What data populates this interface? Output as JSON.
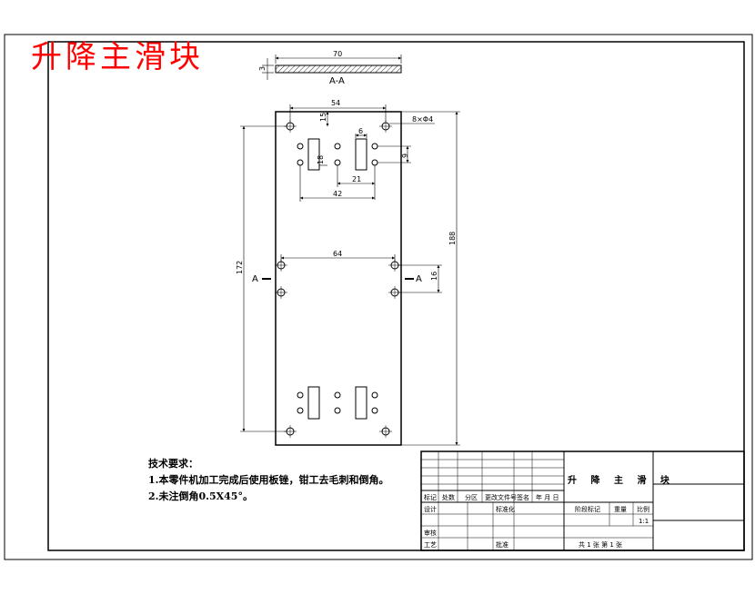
{
  "drawing": {
    "big_title": "升降主滑块",
    "section_label": "A-A",
    "section_dim_length": "70",
    "section_dim_thickness": "3",
    "dims": {
      "top_width": "54",
      "hole_spec": "8×Φ4",
      "dim_15": "15",
      "dim_6": "6",
      "dim_9": "9",
      "dim_21": "21",
      "dim_42": "42",
      "dim_64": "64",
      "dim_16": "16",
      "dim_172": "172",
      "dim_188": "188",
      "dim_slot": "18"
    },
    "cut_label_left": "A",
    "cut_label_right": "A"
  },
  "notes": {
    "heading": "技术要求：",
    "line1": "1.本零件机加工完成后使用板锉，钳工去毛刺和倒角。",
    "line2": "2.未注倒角0.5X45°。"
  },
  "title_block": {
    "part_name": "升 降 主 滑 块",
    "r1": [
      "标记",
      "处数",
      "分区",
      "更改文件号",
      "签名",
      "年 月 日"
    ],
    "r2a": "设计",
    "r2b": "标准化",
    "r3": "审核",
    "r4a": "工艺",
    "r4b": "批准",
    "stage_label": "阶段标记",
    "weight_label": "重量",
    "scale_label": "比例",
    "scale_value": "1:1",
    "sheet_info": "共 1 张  第 1 张"
  }
}
